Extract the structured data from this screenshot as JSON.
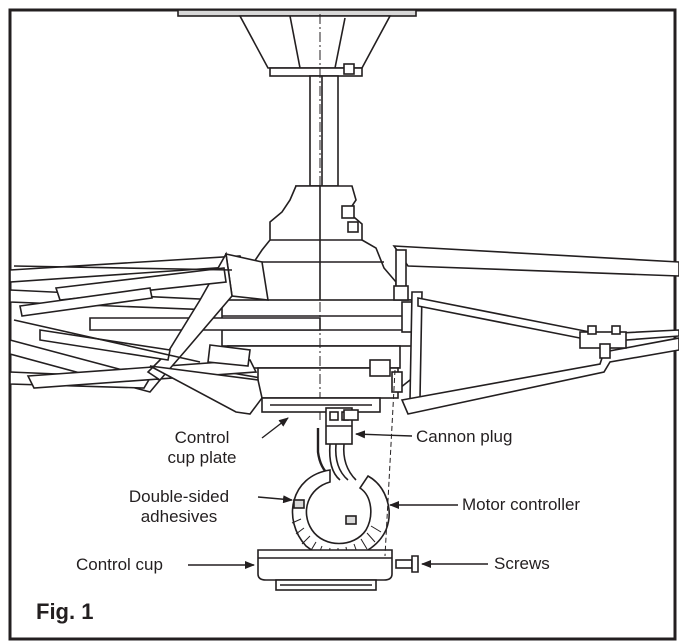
{
  "figure": {
    "caption": "Fig. 1",
    "colors": {
      "ink": "#231f20",
      "paper": "#ffffff",
      "fill": "#d8d8d8"
    }
  },
  "labels": {
    "control_cup_plate_line1": "Control",
    "control_cup_plate_line2": "cup plate",
    "cannon_plug": "Cannon plug",
    "double_sided_line1": "Double-sided",
    "double_sided_line2": "adhesives",
    "motor_controller": "Motor controller",
    "control_cup": "Control cup",
    "screws": "Screws"
  }
}
